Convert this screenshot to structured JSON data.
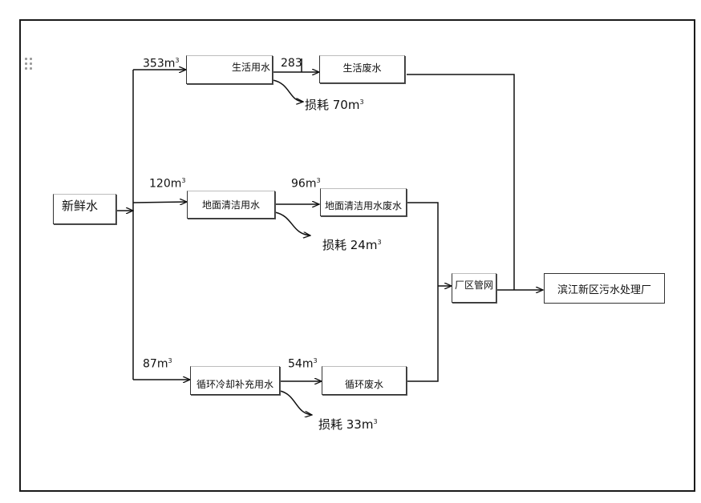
{
  "nodes": {
    "fresh_water": "新鲜水",
    "domestic_use": "生活用水",
    "domestic_waste": "生活废水",
    "floor_use": "地面清洁用水",
    "floor_waste": "地面清洁用水废水",
    "cooling_use": "循环冷却补充用水",
    "cooling_waste": "循环废水",
    "pipe_network": "厂区管网",
    "treatment_plant": "滨江新区污水处理厂"
  },
  "flows": {
    "domestic_in": "353",
    "domestic_out": "283",
    "domestic_loss_label": "损耗 70",
    "floor_in": "120",
    "floor_out": "96",
    "floor_loss_label": "损耗 24",
    "cooling_in": "87",
    "cooling_out": "54",
    "cooling_loss_label": "损耗 33",
    "unit": "m",
    "unit_power": "3"
  }
}
